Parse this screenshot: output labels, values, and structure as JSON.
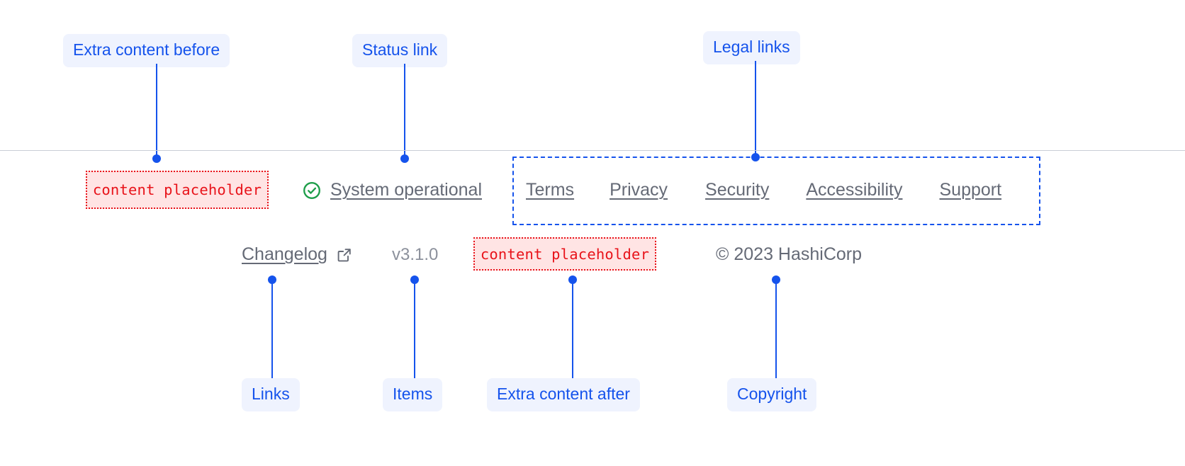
{
  "annotations": {
    "extra_before": "Extra content before",
    "status_link": "Status link",
    "legal_links": "Legal links",
    "links": "Links",
    "items": "Items",
    "extra_after": "Extra content after",
    "copyright": "Copyright"
  },
  "footer": {
    "placeholder_before": "content placeholder",
    "placeholder_after": "content placeholder",
    "status": {
      "icon": "check-circle-icon",
      "label": "System operational"
    },
    "legal": [
      {
        "label": "Terms"
      },
      {
        "label": "Privacy"
      },
      {
        "label": "Security"
      },
      {
        "label": "Accessibility"
      },
      {
        "label": "Support"
      }
    ],
    "changelog": {
      "label": "Changelog",
      "icon": "external-link-icon"
    },
    "version": "v3.1.0",
    "copyright": "© 2023 HashiCorp"
  },
  "colors": {
    "annotation_blue": "#1553ec",
    "annotation_bg": "#eff3fe",
    "placeholder_red": "#e8131a",
    "placeholder_bg": "#ffe4e4",
    "text_gray": "#656a76",
    "muted_gray": "#8c919c",
    "rule_gray": "#c9cdd6",
    "status_green": "#1e9e4a"
  }
}
